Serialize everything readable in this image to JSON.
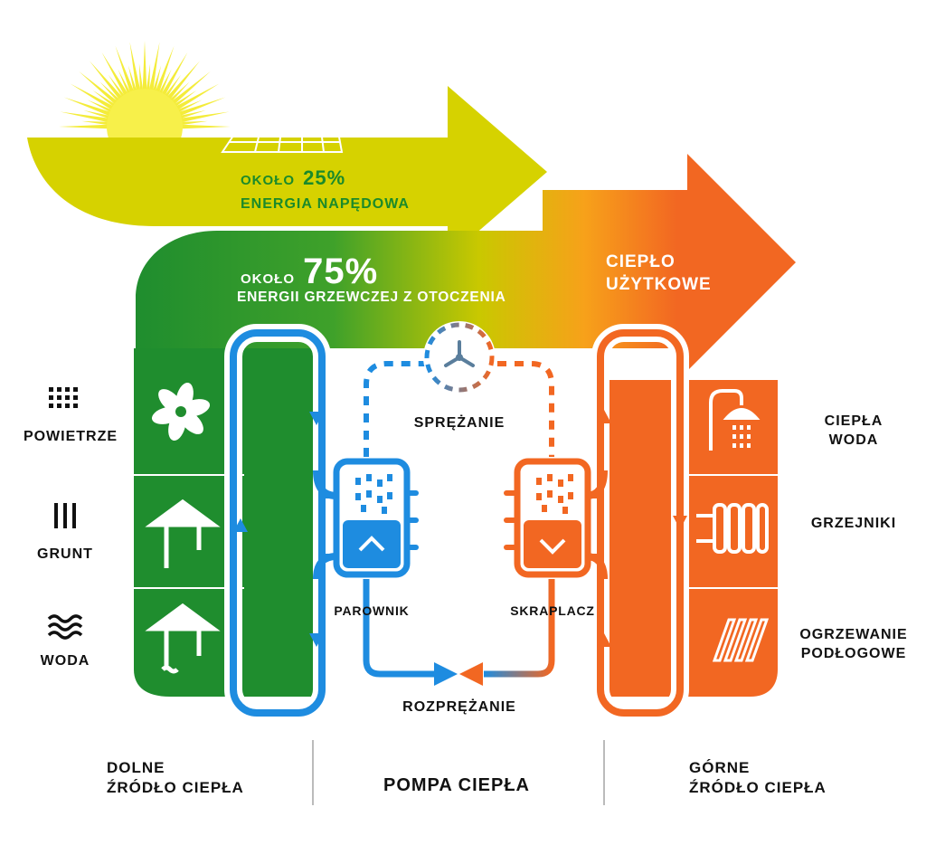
{
  "colors": {
    "yellow": "#d6d200",
    "green": "#1f8d2e",
    "orange": "#f26722",
    "blue": "#1e8ce0",
    "dark": "#111111"
  },
  "top_arrow": {
    "pct_prefix": "OKOŁO",
    "pct_value": "25%",
    "label": "ENERGIA NAPĘDOWA"
  },
  "main_arrow": {
    "pct_prefix": "OKOŁO",
    "pct_value": "75%",
    "label": "ENERGII GRZEWCZEJ Z OTOCZENIA",
    "useful_line1": "CIEPŁO",
    "useful_line2": "UŻYTKOWE"
  },
  "sources": [
    {
      "icon": "dots-grid-icon",
      "label": "POWIETRZE"
    },
    {
      "icon": "vertical-lines-icon",
      "label": "GRUNT"
    },
    {
      "icon": "waves-icon",
      "label": "WODA"
    }
  ],
  "outputs": [
    {
      "icon": "shower-icon",
      "line1": "CIEPŁA",
      "line2": "WODA"
    },
    {
      "icon": "radiator-icon",
      "line1": "GRZEJNIKI",
      "line2": ""
    },
    {
      "icon": "floor-heating-icon",
      "line1": "OGRZEWANIE",
      "line2": "PODŁOGOWE"
    }
  ],
  "process": {
    "compression": "SPRĘŻANIE",
    "evaporator": "PAROWNIK",
    "condenser": "SKRAPLACZ",
    "expansion": "ROZPRĘŻANIE"
  },
  "footer": {
    "left_line1": "DOLNE",
    "left_line2": "ŹRÓDŁO CIEPŁA",
    "center": "POMPA CIEPŁA",
    "right_line1": "GÓRNE",
    "right_line2": "ŹRÓDŁO CIEPŁA"
  }
}
